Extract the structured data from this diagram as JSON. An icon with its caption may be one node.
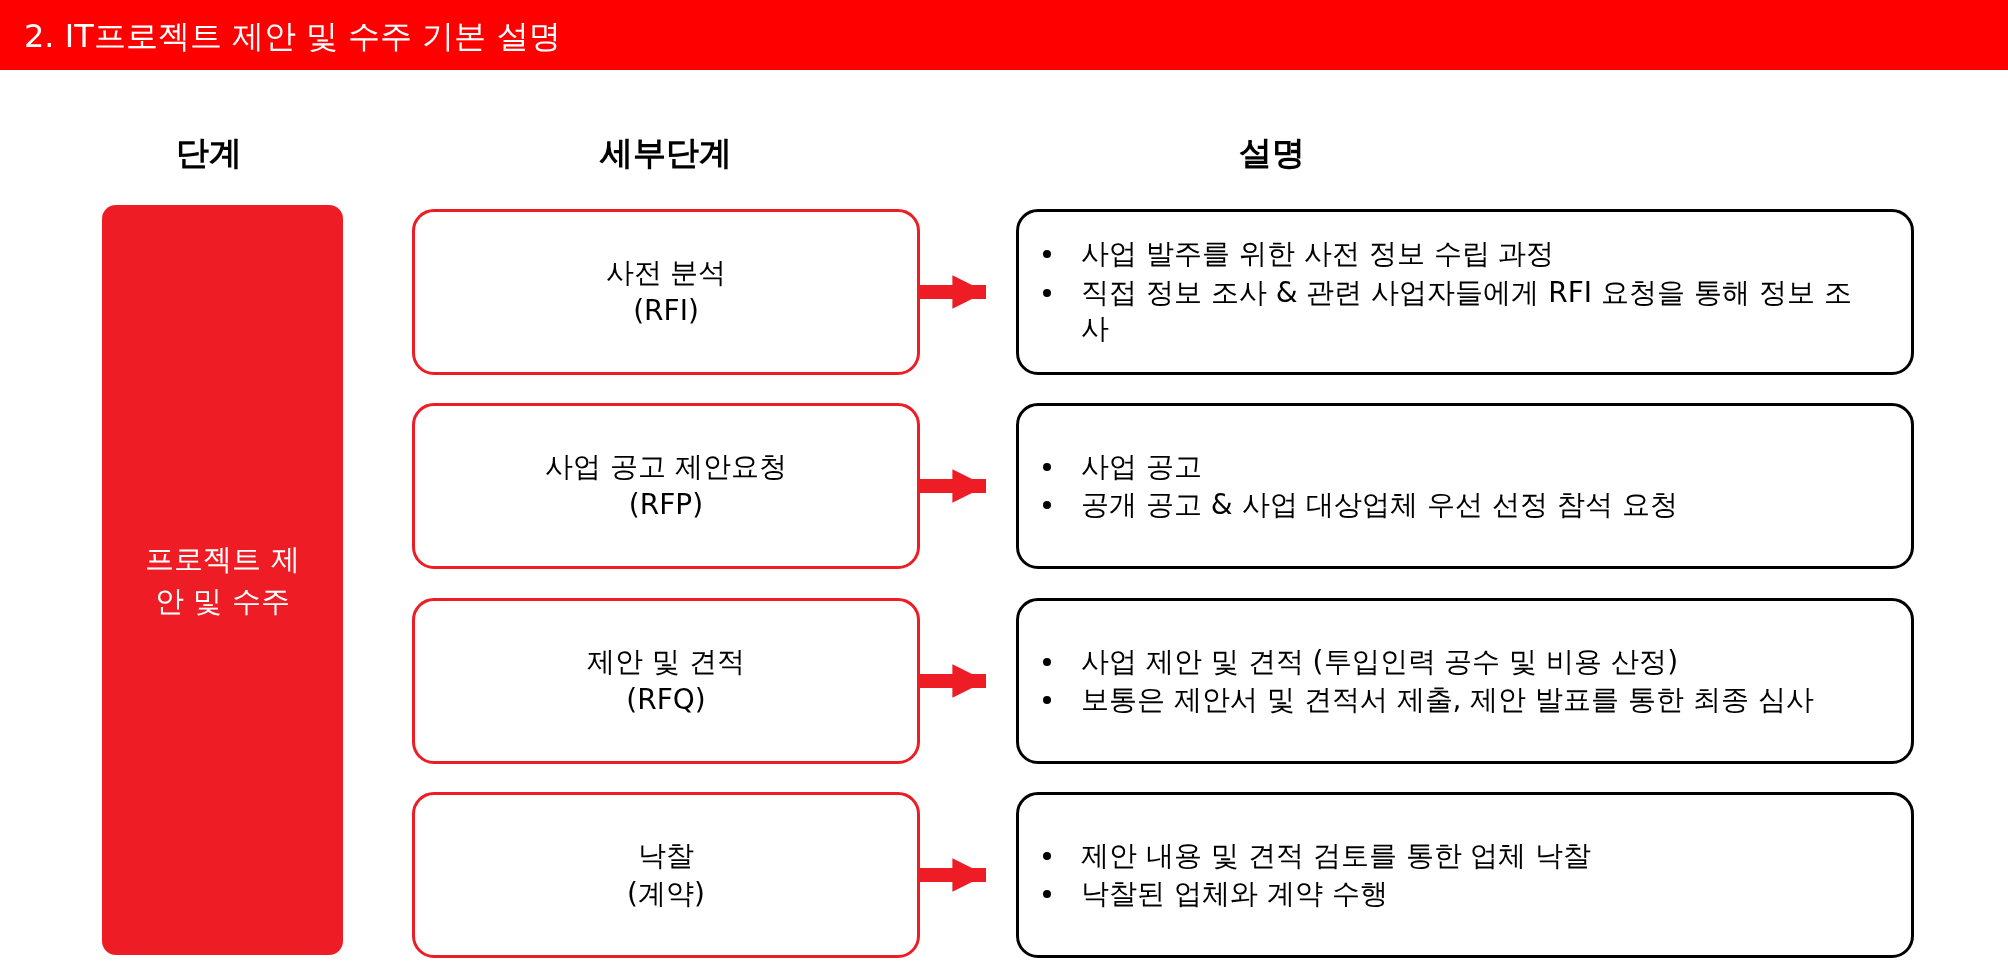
{
  "diagram": {
    "title": "2. IT프로젝트 제안 및 수주 기본 설명",
    "nodes": [
      {
        "text": [
          "프로젝트 제안 및 수주"
        ]
      },
      {
        "text": [
          "사전 분석",
          "(RFI)"
        ]
      },
      {
        "text": [
          "사업 공고 제안요청",
          "(RFP)"
        ]
      },
      {
        "text": [
          "제안 및 견적",
          "(RFQ)"
        ]
      },
      {
        "text": [
          "낙찰",
          "(계약)"
        ]
      },
      {
        "text": [
          "사업 발주를 위한 사전 정보 수립 과정",
          "직접 정보 조사 & 관련 사업자들에게 RFI 요청을 통해 정보 조사"
        ]
      },
      {
        "text": [
          "사업 공고",
          "공개 공고 & 사업 대상업체 우선 선정 참석 요청"
        ]
      },
      {
        "text": [
          "사업 제안 및 견적 (투입인력 공수 및 비용 산정)",
          "보통은 제안서 및 견적서 제출, 제안 발표를 통한 최종 심사"
        ]
      },
      {
        "text": [
          "제안 내용 및 견적 검토를 통한 업체 낙찰",
          "낙찰된 업체와 계약 수행"
        ]
      }
    ],
    "edges": [
      {
        "from": 1,
        "to": 5,
        "arrow": "to"
      },
      {
        "from": 2,
        "to": 6,
        "arrow": "to"
      },
      {
        "from": 3,
        "to": 7,
        "arrow": "to"
      },
      {
        "from": 4,
        "to": 8,
        "arrow": "to"
      }
    ],
    "labels": [
      "단계",
      "세부단계",
      "설명"
    ]
  }
}
